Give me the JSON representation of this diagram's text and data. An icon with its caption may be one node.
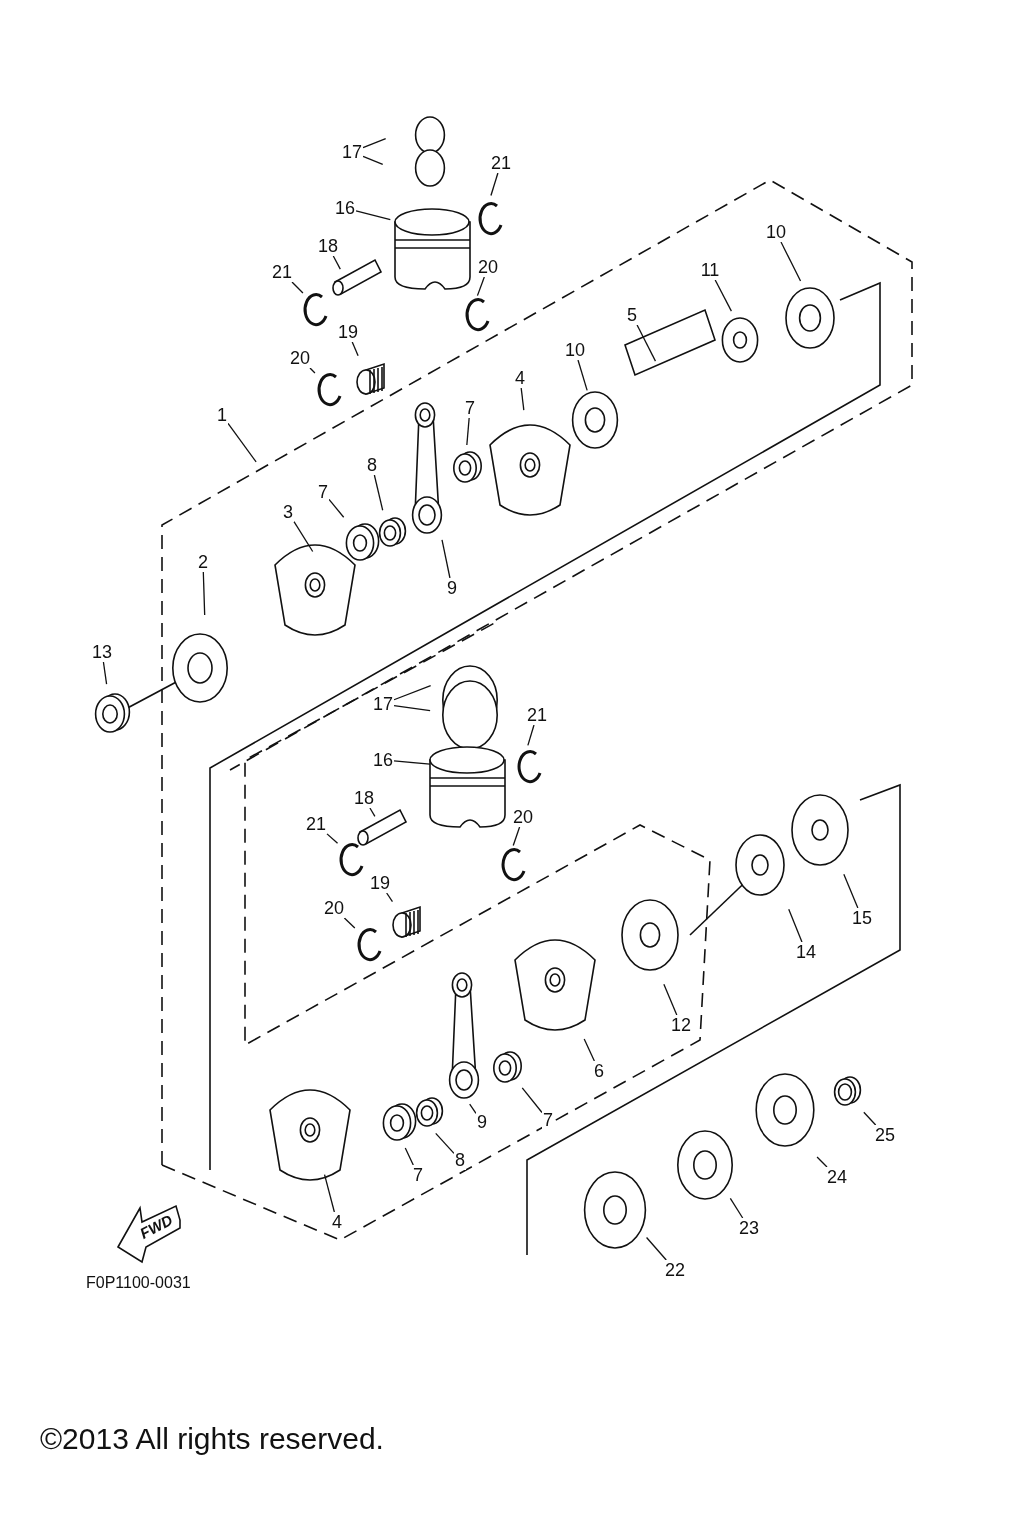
{
  "diagram": {
    "nodes": [
      {
        "text": [
          "17"
        ]
      },
      {
        "text": [
          "21"
        ]
      },
      {
        "text": [
          "16"
        ]
      },
      {
        "text": [
          "18"
        ]
      },
      {
        "text": [
          "21"
        ]
      },
      {
        "text": [
          "20"
        ]
      },
      {
        "text": [
          "10"
        ]
      },
      {
        "text": [
          "11"
        ]
      },
      {
        "text": [
          "5"
        ]
      },
      {
        "text": [
          "19"
        ]
      },
      {
        "text": [
          "20"
        ]
      },
      {
        "text": [
          "10"
        ]
      },
      {
        "text": [
          "4"
        ]
      },
      {
        "text": [
          "7"
        ]
      },
      {
        "text": [
          "1"
        ]
      },
      {
        "text": [
          "8"
        ]
      },
      {
        "text": [
          "7"
        ]
      },
      {
        "text": [
          "3"
        ]
      },
      {
        "text": [
          "2"
        ]
      },
      {
        "text": [
          "9"
        ]
      },
      {
        "text": [
          "13"
        ]
      },
      {
        "text": [
          "17"
        ]
      },
      {
        "text": [
          "21"
        ]
      },
      {
        "text": [
          "16"
        ]
      },
      {
        "text": [
          "18"
        ]
      },
      {
        "text": [
          "20"
        ]
      },
      {
        "text": [
          "21"
        ]
      },
      {
        "text": [
          "19"
        ]
      },
      {
        "text": [
          "20"
        ]
      },
      {
        "text": [
          "15"
        ]
      },
      {
        "text": [
          "14"
        ]
      },
      {
        "text": [
          "12"
        ]
      },
      {
        "text": [
          "6"
        ]
      },
      {
        "text": [
          "7"
        ]
      },
      {
        "text": [
          "9"
        ]
      },
      {
        "text": [
          "25"
        ]
      },
      {
        "text": [
          "8"
        ]
      },
      {
        "text": [
          "7"
        ]
      },
      {
        "text": [
          "24"
        ]
      },
      {
        "text": [
          "23"
        ]
      },
      {
        "text": [
          "4"
        ]
      },
      {
        "text": [
          "22"
        ]
      }
    ],
    "edges": [
      {
        "from": 0,
        "to": null,
        "arrow": "none"
      },
      {
        "from": 0,
        "to": null,
        "arrow": "none"
      },
      {
        "from": 1,
        "to": null,
        "arrow": "none"
      },
      {
        "from": 2,
        "to": null,
        "arrow": "none"
      },
      {
        "from": 3,
        "to": null,
        "arrow": "none"
      },
      {
        "from": 4,
        "to": null,
        "arrow": "none"
      },
      {
        "from": 5,
        "to": null,
        "arrow": "none"
      },
      {
        "from": 6,
        "to": null,
        "arrow": "none"
      },
      {
        "from": 7,
        "to": null,
        "arrow": "none"
      },
      {
        "from": 8,
        "to": null,
        "arrow": "none"
      },
      {
        "from": 9,
        "to": null,
        "arrow": "none"
      },
      {
        "from": 10,
        "to": null,
        "arrow": "none"
      },
      {
        "from": 11,
        "to": null,
        "arrow": "none"
      },
      {
        "from": 12,
        "to": null,
        "arrow": "none"
      },
      {
        "from": 13,
        "to": null,
        "arrow": "none"
      },
      {
        "from": 14,
        "to": null,
        "arrow": "none"
      },
      {
        "from": 15,
        "to": null,
        "arrow": "none"
      },
      {
        "from": 16,
        "to": null,
        "arrow": "none"
      },
      {
        "from": 17,
        "to": null,
        "arrow": "none"
      },
      {
        "from": 18,
        "to": null,
        "arrow": "none"
      },
      {
        "from": 19,
        "to": null,
        "arrow": "none"
      },
      {
        "from": 20,
        "to": null,
        "arrow": "none"
      },
      {
        "from": 21,
        "to": null,
        "arrow": "none"
      },
      {
        "from": 21,
        "to": null,
        "arrow": "none"
      },
      {
        "from": 22,
        "to": null,
        "arrow": "none"
      },
      {
        "from": 23,
        "to": null,
        "arrow": "none"
      },
      {
        "from": 24,
        "to": null,
        "arrow": "none"
      },
      {
        "from": 25,
        "to": null,
        "arrow": "none"
      },
      {
        "from": 26,
        "to": null,
        "arrow": "none"
      },
      {
        "from": 27,
        "to": null,
        "arrow": "none"
      },
      {
        "from": 28,
        "to": null,
        "arrow": "none"
      },
      {
        "from": 29,
        "to": null,
        "arrow": "none"
      },
      {
        "from": 30,
        "to": null,
        "arrow": "none"
      },
      {
        "from": 31,
        "to": null,
        "arrow": "none"
      },
      {
        "from": 32,
        "to": null,
        "arrow": "none"
      },
      {
        "from": 33,
        "to": null,
        "arrow": "none"
      },
      {
        "from": 34,
        "to": null,
        "arrow": "none"
      },
      {
        "from": 35,
        "to": null,
        "arrow": "none"
      },
      {
        "from": 36,
        "to": null,
        "arrow": "none"
      },
      {
        "from": 37,
        "to": null,
        "arrow": "none"
      },
      {
        "from": 38,
        "to": null,
        "arrow": "none"
      },
      {
        "from": 39,
        "to": null,
        "arrow": "none"
      },
      {
        "from": 40,
        "to": null,
        "arrow": "none"
      },
      {
        "from": 41,
        "to": null,
        "arrow": "none"
      }
    ],
    "labels": [
      "FWD",
      "F0P1100-0031",
      "©2013 All rights reserved."
    ]
  }
}
